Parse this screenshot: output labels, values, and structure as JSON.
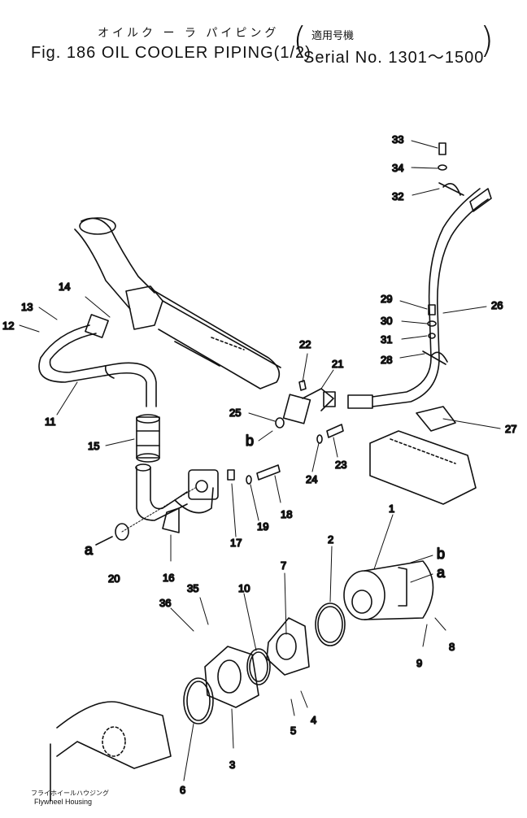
{
  "title": {
    "jp": "オイルク ー ラ パイピング",
    "en": "Fig. 186 OIL COOLER PIPING(1/2)",
    "serial_jp": "適用号機",
    "serial_en": "Serial No. 1301～1500"
  },
  "callouts": [
    "1",
    "2",
    "3",
    "4",
    "5",
    "6",
    "7",
    "8",
    "9",
    "10",
    "11",
    "12",
    "13",
    "14",
    "15",
    "16",
    "17",
    "18",
    "19",
    "20",
    "21",
    "22",
    "23",
    "24",
    "25",
    "26",
    "27",
    "28",
    "29",
    "30",
    "31",
    "32",
    "33",
    "34",
    "35",
    "36"
  ],
  "letters": [
    "a",
    "b",
    "b",
    "a"
  ],
  "flywheel": {
    "jp": "フライホイールハウジング",
    "en": "Flywheel Housing"
  }
}
